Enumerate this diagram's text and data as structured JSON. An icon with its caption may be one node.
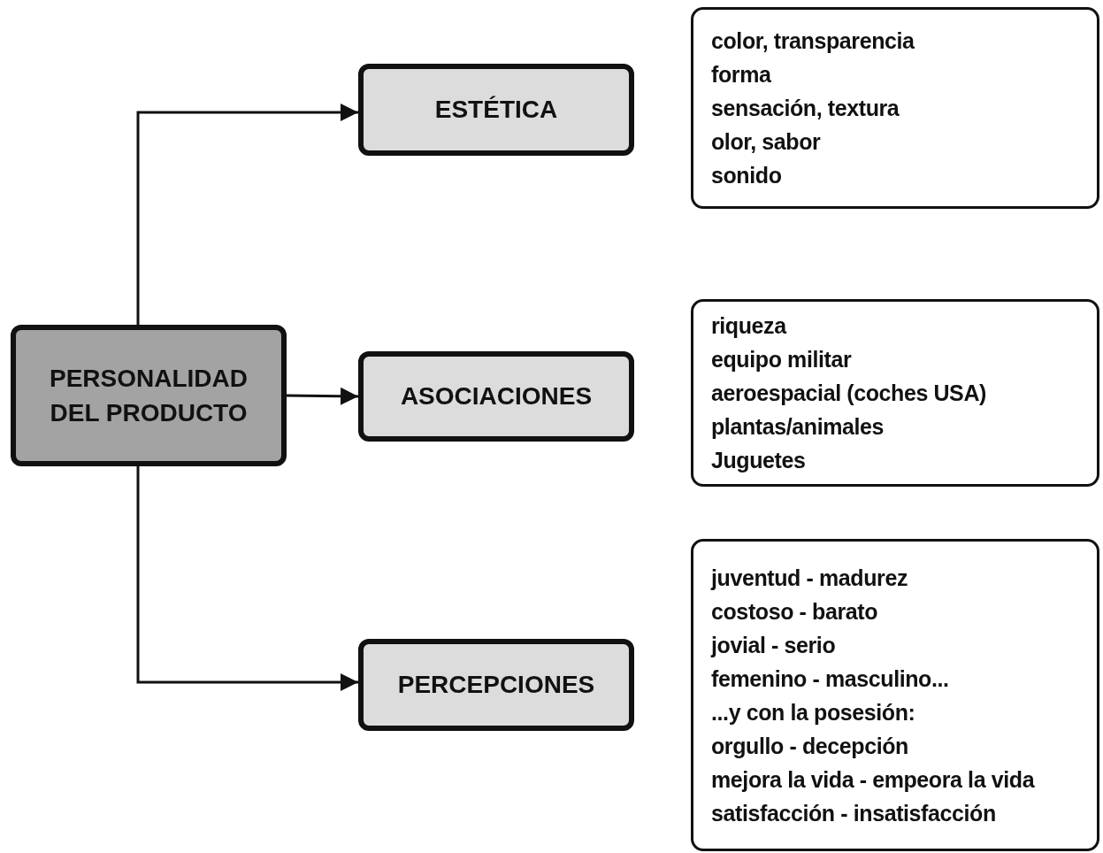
{
  "diagram": {
    "nodes": [
      {
        "text": [
          "PERSONALIDAD DEL PRODUCTO"
        ]
      },
      {
        "text": [
          "ESTÉTICA"
        ]
      },
      {
        "text": [
          "ASOCIACIONES"
        ]
      },
      {
        "text": [
          "PERCEPCIONES"
        ]
      },
      {
        "text": [
          "color, transparencia",
          "forma",
          "sensación, textura",
          "olor, sabor",
          "sonido"
        ]
      },
      {
        "text": [
          "riqueza",
          "equipo militar",
          "aeroespacial (coches USA)",
          "plantas/animales",
          "Juguetes"
        ]
      },
      {
        "text": [
          "juventud - madurez",
          "costoso - barato",
          "jovial - serio",
          "femenino - masculino...",
          "...y con la posesión:",
          "orgullo - decepción",
          "mejora la vida - empeora la vida",
          "satisfacción - insatisfacción"
        ]
      }
    ],
    "edges": [
      {
        "from": 0,
        "to": 1,
        "arrow": "to"
      },
      {
        "from": 0,
        "to": 2,
        "arrow": "to"
      },
      {
        "from": 0,
        "to": 3,
        "arrow": "to"
      }
    ]
  }
}
